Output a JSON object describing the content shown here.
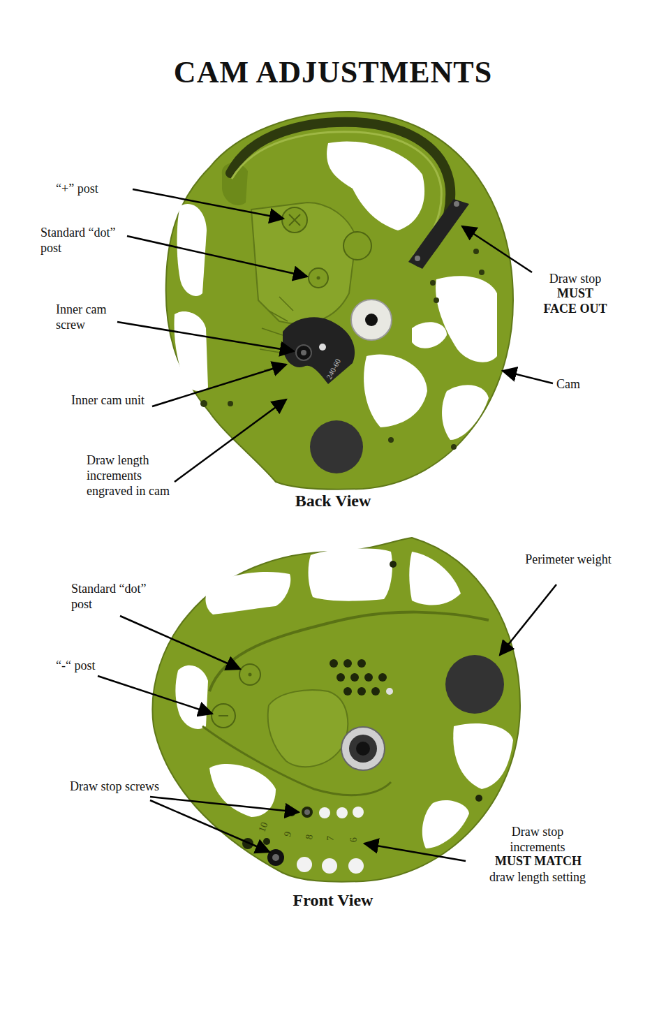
{
  "diagram": {
    "title": "CAM ADJUSTMENTS",
    "labels": [
      "“+” post",
      "Standard “dot” post",
      "Inner cam screw",
      "Inner cam unit",
      "Draw length increments engraved in cam",
      "Back View",
      "Draw stop",
      "MUST FACE OUT",
      "Cam",
      "Perimeter weight",
      "Standard “dot” post",
      "“-“ post",
      "Draw stop screws",
      "Draw stop increments",
      "MUST MATCH",
      "draw length setting",
      "Front View",
      "10",
      "9",
      "8",
      "7",
      "6",
      "240-60"
    ]
  }
}
